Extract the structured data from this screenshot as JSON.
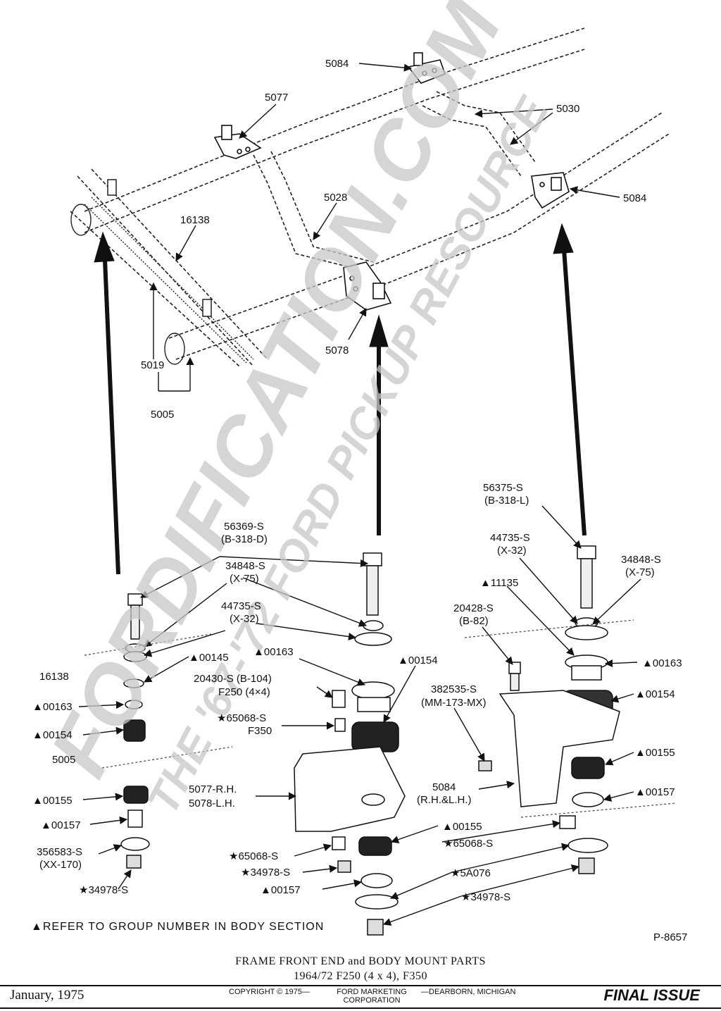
{
  "watermark": {
    "line1": "FORDIFICATION.COM",
    "line2": "THE '67-'72 FORD PICKUP RESOURCE"
  },
  "labels": {
    "l5084_top": "5084",
    "l5077": "5077",
    "l5030": "5030",
    "l5084_right": "5084",
    "l5028": "5028",
    "l16138_frame": "16138",
    "l5078": "5078",
    "l5019": "5019",
    "l5005_frame": "5005",
    "bolt_a_1": "56369-S",
    "bolt_a_2": "(B-318-D)",
    "washer_a_1": "34848-S",
    "washer_a_2": "(X-75)",
    "washer_b_1": "44735-S",
    "washer_b_2": "(X-32)",
    "l00163_mid": "▲00163",
    "l00154_mid": "▲00154",
    "l00145": "▲00145",
    "l16138_left": "16138",
    "l00163_left": "▲00163",
    "l00154_left": "▲00154",
    "l5005_left": "5005",
    "l00155_left": "▲00155",
    "l00157_left": "▲00157",
    "l356583_1": "356583-S",
    "l356583_2": "(XX-170)",
    "l34978_left": "★34978-S",
    "l20430_1": "20430-S (B-104)",
    "l20430_2": "F250 (4×4)",
    "l65068_1": "★65068-S",
    "l65068_2": "F350",
    "l5077rh": "5077-R.H.",
    "l5078lh": "5078-L.H.",
    "l00155_mid": "▲00155",
    "l65068_mid": "★65068-S",
    "l34978_mid": "★34978-S",
    "l00157_mid": "▲00157",
    "l65068_right": "★65068-S",
    "l5a076": "★5A076",
    "l34978_right": "★34978-S",
    "bolt_r_1": "56375-S",
    "bolt_r_2": "(B-318-L)",
    "washer_r_1": "44735-S",
    "washer_r_2": "(X-32)",
    "washer_r75_1": "34848-S",
    "washer_r75_2": "(X-75)",
    "l11135": "▲11135",
    "l20428_1": "20428-S",
    "l20428_2": "(B-82)",
    "l00163_right": "▲00163",
    "l382535_1": "382535-S",
    "l382535_2": "(MM-173-MX)",
    "l00154_right": "▲00154",
    "l00155_right": "▲00155",
    "l5084_bracket_1": "5084",
    "l5084_bracket_2": "(R.H.&L.H.)",
    "l00157_right": "▲00157",
    "refer_note": "▲REFER TO GROUP NUMBER IN BODY SECTION",
    "plate_no": "P-8657"
  },
  "footer": {
    "title_line1": "FRAME FRONT END and BODY MOUNT PARTS",
    "title_line2": "1964/72 F250 (4 x 4), F350",
    "date": "January, 1975",
    "copyright": "COPYRIGHT © 1975—",
    "company_1": "FORD MARKETING",
    "company_2": "CORPORATION",
    "location": "—DEARBORN, MICHIGAN",
    "issue": "FINAL ISSUE"
  }
}
